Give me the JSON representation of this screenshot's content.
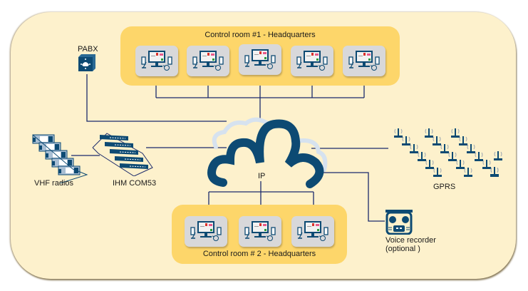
{
  "diagram": {
    "control_room_1": {
      "title": "Control room #1 - Headquarters",
      "workstation_count": 5,
      "workstations": [
        "workstation",
        "workstation",
        "workstation",
        "workstation",
        "workstation"
      ]
    },
    "control_room_2": {
      "title": "Control room  # 2 - Headquarters",
      "workstation_count": 3,
      "workstations": [
        "workstation",
        "workstation",
        "workstation"
      ]
    },
    "nodes": {
      "pabx": {
        "label": "PABX",
        "icon": "pabx-phone-icon"
      },
      "vhf": {
        "label": "VHF radios",
        "icon": "vhf-radio-stack-icon"
      },
      "ihm": {
        "label": "IHM COM53",
        "icon": "ihm-rack-icon"
      },
      "cloud": {
        "label": "IP",
        "icon": "cloud-icon"
      },
      "gprs": {
        "label": "GPRS",
        "icon": "antenna-array-icon"
      },
      "recorder": {
        "label": "Voice recorder",
        "label2": "(optional )",
        "icon": "voice-recorder-icon"
      }
    },
    "colors": {
      "frame_fill": "#fdf1cc",
      "room_fill": "#fdd66a",
      "tile_fill": "#d8d8da",
      "navy": "#0d4a73",
      "line": "#1b2a6b",
      "cloud_shadow": "#d6e2ef"
    }
  }
}
